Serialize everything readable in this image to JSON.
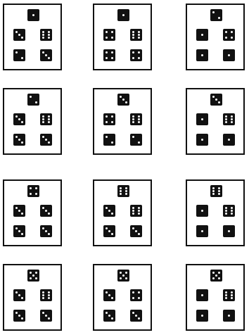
{
  "colors": {
    "die": "#111111",
    "pip": "#ffffff",
    "card_border": "#111111"
  },
  "cards": [
    {
      "dice": [
        1,
        3,
        6,
        2,
        3
      ]
    },
    {
      "dice": [
        1,
        4,
        6,
        4,
        4
      ]
    },
    {
      "dice": [
        2,
        1,
        4,
        1,
        1
      ]
    },
    {
      "dice": [
        2,
        3,
        6,
        3,
        3
      ]
    },
    {
      "dice": [
        3,
        4,
        6,
        2,
        2
      ]
    },
    {
      "dice": [
        3,
        1,
        6,
        1,
        1
      ]
    },
    {
      "dice": [
        4,
        3,
        3,
        3,
        3
      ]
    },
    {
      "dice": [
        6,
        3,
        6,
        3,
        3
      ]
    },
    {
      "dice": [
        6,
        1,
        6,
        1,
        1
      ]
    },
    {
      "dice": [
        5,
        3,
        6,
        3,
        3
      ]
    },
    {
      "dice": [
        5,
        3,
        4,
        3,
        3
      ]
    },
    {
      "dice": [
        5,
        1,
        6,
        1,
        1
      ]
    }
  ]
}
